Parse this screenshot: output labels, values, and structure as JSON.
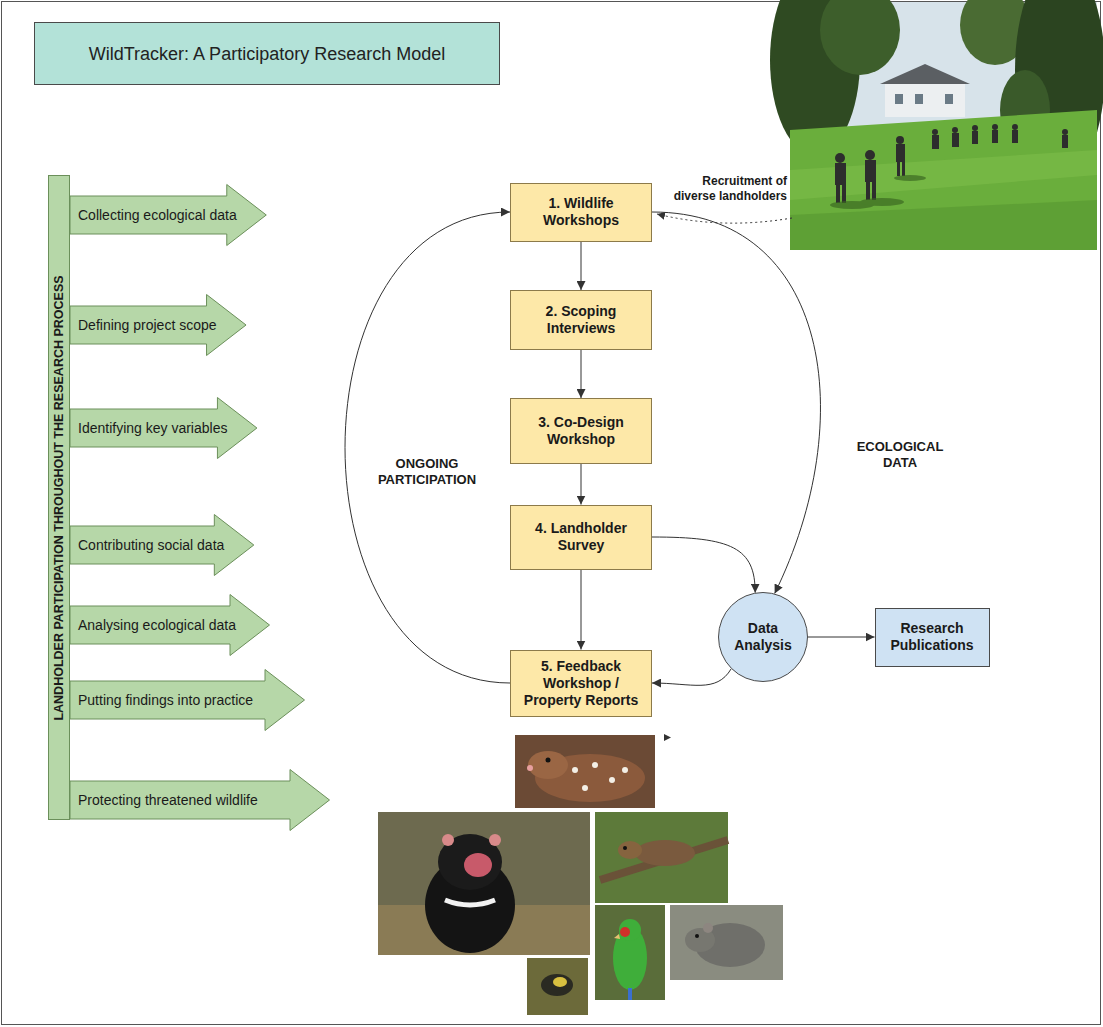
{
  "diagram": {
    "title": "WildTracker: A Participatory Research Model",
    "nodes": [
      {
        "text": [
          "LANDHOLDER PARTICIPATION THROUGHOUT THE RESEARCH PROCESS"
        ]
      },
      {
        "text": [
          "Collecting ecological data"
        ]
      },
      {
        "text": [
          "Defining project scope"
        ]
      },
      {
        "text": [
          "Identifying key variables"
        ]
      },
      {
        "text": [
          "Contributing social data"
        ]
      },
      {
        "text": [
          "Analysing ecological data"
        ]
      },
      {
        "text": [
          "Putting findings into practice"
        ]
      },
      {
        "text": [
          "Protecting threatened wildlife"
        ]
      },
      {
        "text": [
          "1. Wildlife Workshops"
        ]
      },
      {
        "text": [
          "2. Scoping Interviews"
        ]
      },
      {
        "text": [
          "3. Co-Design Workshop"
        ]
      },
      {
        "text": [
          "4. Landholder Survey"
        ]
      },
      {
        "text": [
          "5. Feedback Workshop / Property Reports"
        ]
      },
      {
        "text": [
          "Data Analysis"
        ]
      },
      {
        "text": [
          "Research Publications"
        ]
      }
    ],
    "edges": [
      {
        "from": 8,
        "to": 9,
        "arrow": "to"
      },
      {
        "from": 9,
        "to": 10,
        "arrow": "to"
      },
      {
        "from": 10,
        "to": 11,
        "arrow": "to"
      },
      {
        "from": 11,
        "to": 12,
        "arrow": "to"
      },
      {
        "from": 12,
        "to": 8,
        "label": "ONGOING PARTICIPATION",
        "arrow": "to"
      },
      {
        "from": 8,
        "to": 13,
        "label": "ECOLOGICAL DATA",
        "arrow": "to"
      },
      {
        "from": 11,
        "to": 13,
        "arrow": "to"
      },
      {
        "from": 13,
        "to": 12,
        "arrow": "to"
      },
      {
        "from": 13,
        "to": 14,
        "arrow": "to"
      }
    ],
    "labels": [
      "Recruitment of diverse landholders"
    ]
  }
}
